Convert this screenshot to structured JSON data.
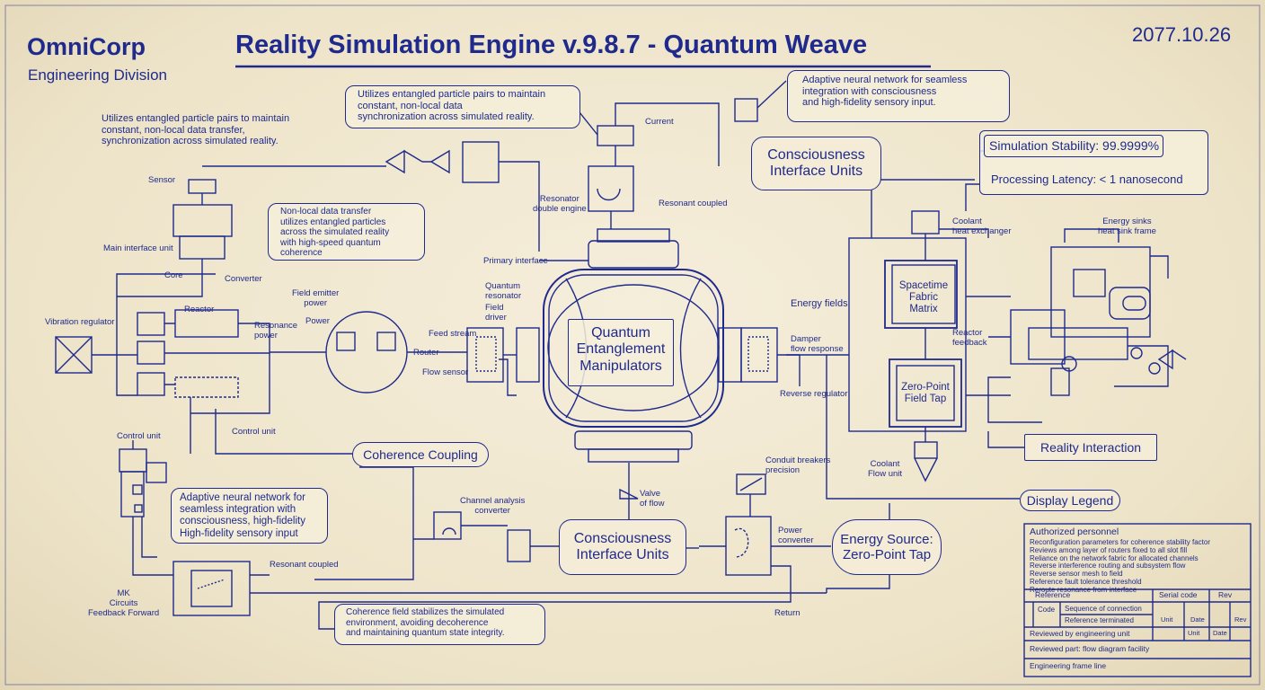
{
  "header": {
    "company": "OmniCorp",
    "division": "Engineering Division",
    "title": "Reality Simulation Engine v.9.8.7 - Quantum Weave",
    "date": "2077.10.26"
  },
  "notes": {
    "top_left": "Utilizes entangled particle pairs to maintain\nconstant, non-local data transfer,\nsynchronization across simulated reality.",
    "top_center": "Utilizes entangled particle pairs to maintain\nconstant, non-local data\nsynchronization across simulated reality.",
    "top_right": "Adaptive neural network for seamless\nintegration with consciousness\nand high-fidelity sensory input.",
    "mid_left": "Non-local data transfer\nutilizes entangled particles\nacross the simulated reality\nwith high-speed quantum\ncoherence",
    "bottom_left": "Adaptive neural network for\nseamless integration with\nconsciousness, high-fidelity\nHigh-fidelity sensory input",
    "bottom_center": "Coherence field stabilizes the simulated\nenvironment, avoiding decoherence\nand maintaining quantum state integrity."
  },
  "components": {
    "core": "Quantum\nEntanglement\nManipulators",
    "consciousness_top": "Consciousness\nInterface Units",
    "consciousness_bottom": "Consciousness\nInterface Units",
    "spacetime": "Spacetime\nFabric\nMatrix",
    "zero_point": "Zero-Point\nField Tap",
    "energy_source": "Energy Source:\nZero-Point Tap",
    "coherence_pill": "Coherence Coupling",
    "reality_interaction": "Reality Interaction",
    "display_legend": "Display Legend"
  },
  "stats": {
    "stability": "Simulation Stability: 99.9999%",
    "latency": "Processing Latency: < 1 nanosecond"
  },
  "small_labels": {
    "sensor": "Sensor",
    "main_interface": "Main interface unit",
    "core_label": "Core",
    "converter": "Converter",
    "regulator": "Vibration regulator",
    "field_emitter": "Field emitter\npower",
    "power": "Power",
    "reactor": "Resonator\ndouble engine",
    "resonance": "Resonance\npower",
    "reactor_2": "Reactor",
    "router": "Router",
    "flow_sensor": "Flow sensor",
    "primary_interface": "Primary interface",
    "quantum_resonator": "Quantum\nresonator",
    "field_driver": "Field\ndriver",
    "feed_stream": "Feed stream",
    "current": "Current",
    "regulator_2": "Reverse regulator",
    "energy_fields": "Energy fields",
    "coolant": "Coolant\nheat exchanger",
    "energy_sinks": "Energy sinks\nheat sink frame",
    "reactor_feedback": "Reactor\nfeedback",
    "coolant_flow": "Coolant\nFlow unit",
    "control_unit": "Control unit",
    "channel_analysis": "Channel analysis\nconverter",
    "conduit_breakers": "Conduit breakers\nprecision",
    "valve": "Valve\nof flow",
    "damper": "Damper\nflow response",
    "power_sensor": "Power\nconverter",
    "resonant_coupled": "Resonant coupled",
    "mk_circuits": "MK\nCircuits\nFeedback Forward",
    "return": "Return",
    "ctrl_unit": "Control unit"
  },
  "legend": {
    "title": "Authorized personnel",
    "lines": [
      "Reconfiguration parameters for coherence stability factor",
      "Reviews among layer of routers fixed to all slot fill",
      "Reliance on the network fabric for allocated channels",
      "Reverse interference routing and subsystem flow",
      "Reverse sensor mesh to field",
      "Reference fault tolerance threshold",
      "Reroute resonance from interface"
    ],
    "header_cols": [
      "Reference",
      "Serial code",
      "Rev"
    ],
    "row_a": [
      "Code",
      "Sequence of connection",
      "Reference terminated"
    ],
    "row_a_cols": [
      "Unit",
      "Date",
      "Rev"
    ],
    "row_b": "Reviewed by engineering unit",
    "row_b_cols": [
      "Unit",
      "Date"
    ],
    "row_c": "Reviewed part: flow diagram facility",
    "row_d": "Engineering frame line"
  }
}
